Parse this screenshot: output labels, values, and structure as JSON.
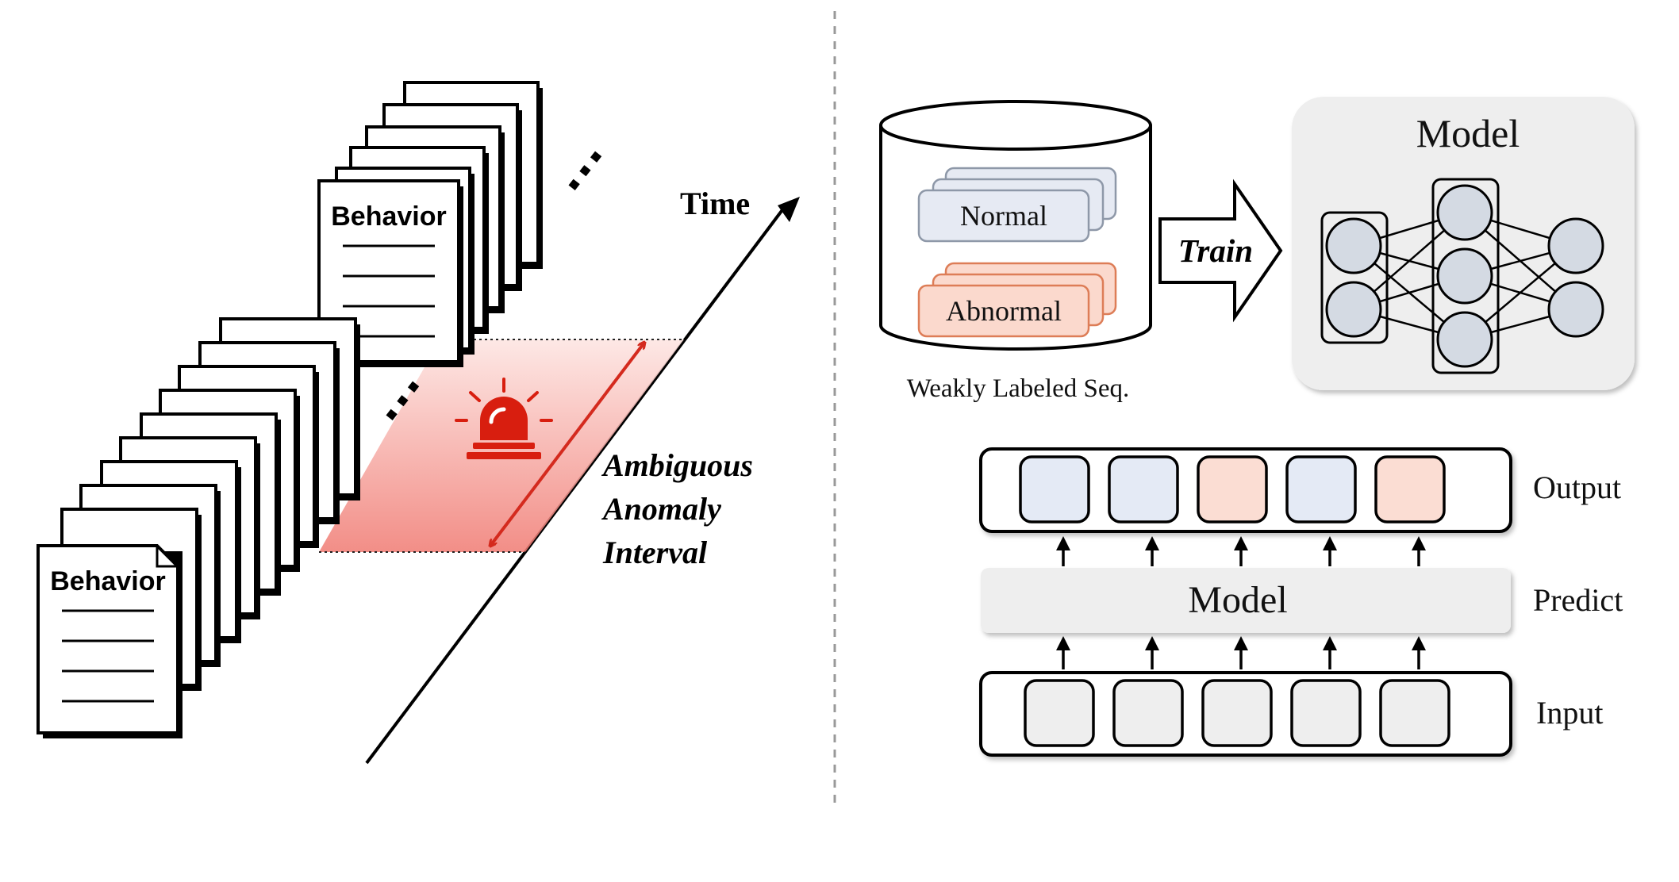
{
  "left_panel": {
    "doc_top_label": "Behavior",
    "doc_bottom_label": "Behavior",
    "ellipsis_upper": "…",
    "ellipsis_lower": "…",
    "time_label": "Time",
    "interval_lines": [
      "Ambiguous",
      "Anomaly",
      "Interval"
    ],
    "highlight_color": "#f07a72",
    "arrow_color": "#d42a1e",
    "alarm_color": "#d81e0f"
  },
  "right_top": {
    "db_cards": [
      {
        "label": "Normal",
        "fill": "#e6eaf3",
        "stroke": "#8e98a8"
      },
      {
        "label": "Abnormal",
        "fill": "#fbd9cd",
        "stroke": "#dd7d57"
      }
    ],
    "db_caption": "Weakly Labeled Seq.",
    "train_label": "Train",
    "model_title": "Model",
    "node_fill": "#d4dae3"
  },
  "right_bottom": {
    "output_label": "Output",
    "predict_label": "Predict",
    "input_label": "Input",
    "model_label": "Model",
    "output_cells": [
      "normal",
      "normal",
      "abnormal",
      "normal",
      "abnormal"
    ],
    "input_cell_count": 5,
    "cell_colors": {
      "normal": "#e4eaf5",
      "abnormal": "#fbddd3",
      "input": "#eeeeee"
    }
  }
}
